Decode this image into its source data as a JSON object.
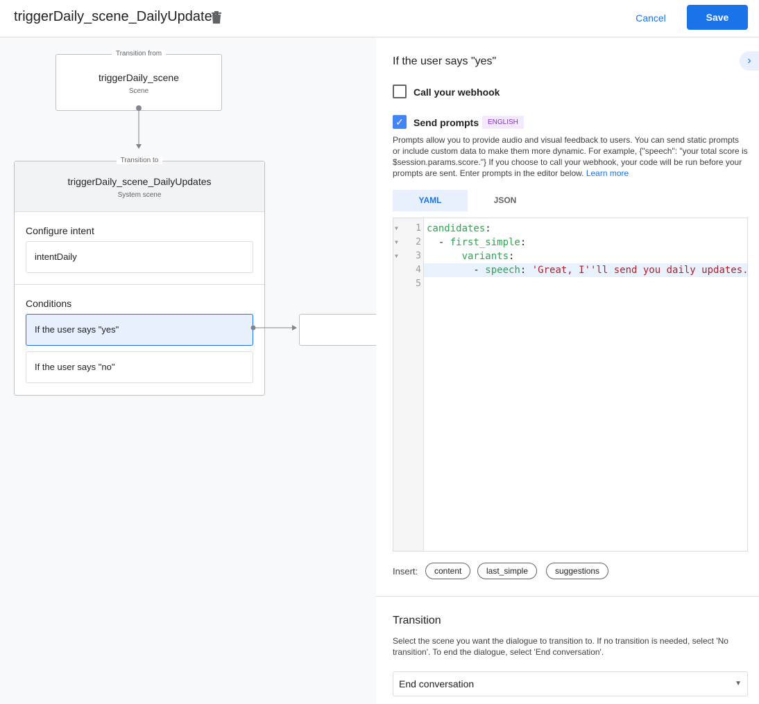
{
  "header": {
    "title": "triggerDaily_scene_DailyUpdates",
    "cancel": "Cancel",
    "save": "Save"
  },
  "canvas": {
    "from": {
      "legend": "Transition from",
      "title": "triggerDaily_scene",
      "subtitle": "Scene"
    },
    "to": {
      "legend": "Transition to",
      "title": "triggerDaily_scene_DailyUpdates",
      "subtitle": "System scene"
    },
    "configure_intent": "Configure intent",
    "intent": "intentDaily",
    "conditions": "Conditions",
    "condition_items": [
      "If the user says \"yes\"",
      "If the user says \"no\""
    ]
  },
  "panel": {
    "heading": "If the user says \"yes\"",
    "webhook": {
      "label": "Call your webhook",
      "checked": false
    },
    "prompts": {
      "label": "Send prompts",
      "checked": true,
      "badge": "ENGLISH"
    },
    "description": "Prompts allow you to provide audio and visual feedback to users. You can send static prompts or include custom data to make them more dynamic. For example, {\"speech\": \"your total score is $session.params.score.\"} If you choose to call your webhook, your code will be run before your prompts are sent. Enter prompts in the editor below.",
    "learn_more": "Learn more",
    "tabs": [
      "YAML",
      "JSON"
    ],
    "active_tab": "YAML",
    "editor_lines": [
      "1",
      "2",
      "3",
      "4",
      "5"
    ],
    "code": {
      "l1": "candidates",
      "l2": "first_simple",
      "l3": "variants",
      "l4_key": "speech",
      "l4_val": "'Great, I''ll send you daily updates.'"
    },
    "insert_label": "Insert:",
    "insert_chips": [
      "content",
      "last_simple",
      "suggestions"
    ],
    "transition": {
      "heading": "Transition",
      "description": "Select the scene you want the dialogue to transition to. If no transition is needed, select 'No transition'. To end the dialogue, select 'End conversation'.",
      "value": "End conversation"
    }
  }
}
